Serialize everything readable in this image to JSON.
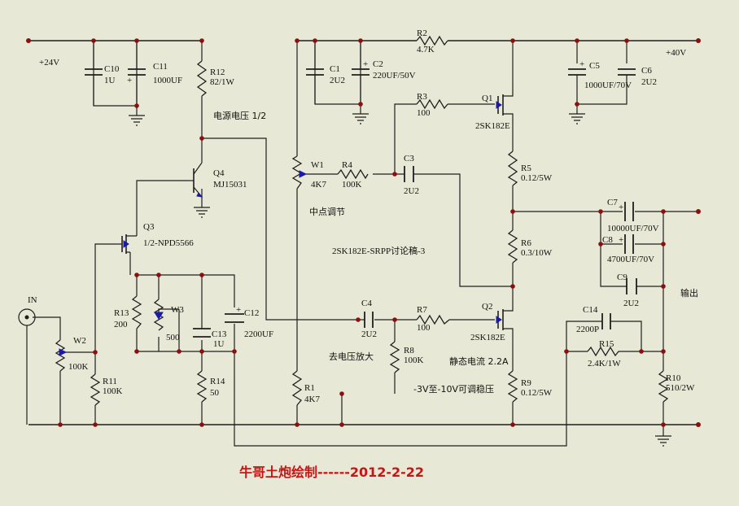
{
  "rails": {
    "v_left": "+24V",
    "v_right": "+40V"
  },
  "components": {
    "C10": {
      "name": "C10",
      "value": "1U"
    },
    "C11": {
      "name": "C11",
      "value": "1000UF"
    },
    "R12": {
      "name": "R12",
      "value": "82/1W"
    },
    "C1": {
      "name": "C1",
      "value": "2U2"
    },
    "C2": {
      "name": "C2",
      "value": "220UF/50V"
    },
    "R2": {
      "name": "R2",
      "value": "4.7K"
    },
    "C5": {
      "name": "C5",
      "value": "1000UF/70V"
    },
    "C6": {
      "name": "C6",
      "value": "2U2"
    },
    "R3": {
      "name": "R3",
      "value": "100"
    },
    "Q1": {
      "name": "Q1",
      "value": "2SK182E"
    },
    "Q4": {
      "name": "Q4",
      "value": "MJ15031"
    },
    "W1": {
      "name": "W1",
      "value": "4K7"
    },
    "R4": {
      "name": "R4",
      "value": "100K"
    },
    "C3": {
      "name": "C3",
      "value": "2U2"
    },
    "R5": {
      "name": "R5",
      "value": "0.12/5W"
    },
    "C7": {
      "name": "C7",
      "value": "10000UF/70V"
    },
    "C8": {
      "name": "C8",
      "value": "4700UF/70V"
    },
    "C9": {
      "name": "C9",
      "value": "2U2"
    },
    "Q3": {
      "name": "Q3",
      "value": "1/2-NPD5566"
    },
    "R6": {
      "name": "R6",
      "value": "0.3/10W"
    },
    "R13": {
      "name": "R13",
      "value": "200"
    },
    "W3": {
      "name": "W3",
      "value": "500"
    },
    "C12": {
      "name": "C12",
      "value": "2200UF"
    },
    "C13": {
      "name": "C13",
      "value": "1U"
    },
    "C4": {
      "name": "C4",
      "value": "2U2"
    },
    "R7": {
      "name": "R7",
      "value": "100"
    },
    "Q2": {
      "name": "Q2",
      "value": "2SK182E"
    },
    "C14": {
      "name": "C14",
      "value": "2200P"
    },
    "R15": {
      "name": "R15",
      "value": "2.4K/1W"
    },
    "W2": {
      "name": "W2",
      "value": "100K"
    },
    "R11": {
      "name": "R11",
      "value": "100K"
    },
    "R14": {
      "name": "R14",
      "value": "50"
    },
    "R8": {
      "name": "R8",
      "value": "100K"
    },
    "R1": {
      "name": "R1",
      "value": "4K7"
    },
    "R9": {
      "name": "R9",
      "value": "0.12/5W"
    },
    "R10": {
      "name": "R10",
      "value": "510/2W"
    }
  },
  "labels": {
    "in": "IN",
    "supply_half": "电源电压 1/2",
    "midpoint_adjust": "中点调节",
    "title": "2SK182E-SRPP讨论稿-3",
    "to_voltage_amp": "去电压放大",
    "quiescent_current": "静态电流 2.2A",
    "adjustable_range": "-3V至-10V可调稳压",
    "output": "输出",
    "footer": "牛哥土炮绘制------2012-2-22"
  },
  "colors": {
    "background": "#e8e8d6",
    "wire": "#1f1f1f",
    "junction": "#8a1010",
    "arrow": "#1a1aa8",
    "footer": "#c81414"
  }
}
